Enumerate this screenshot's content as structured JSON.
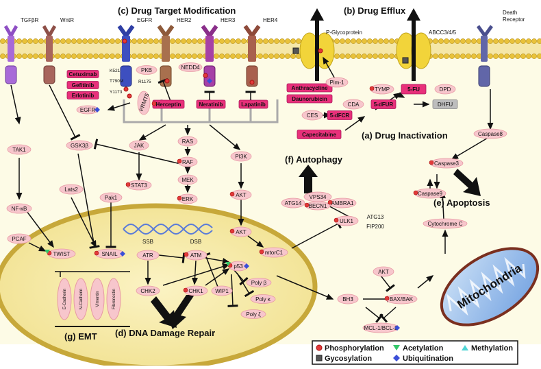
{
  "sections": {
    "target": "(c) Drug Target Modification",
    "efflux": "(b) Drug Efflux",
    "inactivation": "(a) Drug Inactivation",
    "autophagy": "(f) Autophagy",
    "apoptosis": "(e) Apoptosis",
    "dna_repair": "(d) DNA Damage Repair",
    "emt": "(g) EMT"
  },
  "receptors": {
    "tgfbr": "TGFβR",
    "wntr": "WntR",
    "egfr": "EGFR",
    "her2": "HER2",
    "her3": "HER3",
    "her4": "HER4",
    "pgp": "P-Glycoprotein",
    "abcc": "ABCC3/4/5",
    "death1": "Death",
    "death2": "Receptor"
  },
  "drugs": {
    "cetuximab": "Cetuximab",
    "gefitinib": "Gefitinib",
    "erlotinib": "Erlotinib",
    "herceptin": "Herceptin",
    "neratinib": "Neratinib",
    "lapatinib": "Lapatinib",
    "anthracycline": "Anthracycline",
    "daunorubicin": "Daunorubicin",
    "capecitabine": "Capecitabine",
    "dfcr": "5-dFCR",
    "dfur": "5-dFUR",
    "fu": "5-FU"
  },
  "mutations": {
    "k521": "K521",
    "t790m": "T790M",
    "y1173": "Y1173",
    "r1175": "R1175"
  },
  "nodes": {
    "tak1": "TAK1",
    "nfkb": "NF-κB",
    "pcaf": "PCAF",
    "gsk3b": "GSK3β",
    "lats2": "Lats2",
    "pak1": "Pak1",
    "twist": "TWIST",
    "snail": "SNAIL",
    "egfr_small": "EGFR",
    "pkb": "PKB",
    "prmt5": "PRMT5",
    "nedd4": "NEDD4",
    "jak": "JAK",
    "stat3": "STAT3",
    "ras": "RAS",
    "raf": "RAF",
    "mek": "MEK",
    "erk": "ERK",
    "pi3k": "PI3K",
    "akt1": "AKT",
    "akt2": "AKT",
    "mtorc1": "mtorC1",
    "pim1": "Pim-1",
    "tymp": "TYMP",
    "dpd": "DPD",
    "dhfu": "DHFU",
    "cda": "CDA",
    "ces": "CES",
    "atg14": "ATG14",
    "vps34": "VPS34",
    "becn1": "BECN1",
    "ambra1": "AMBRA1",
    "ulk1": "ULK1",
    "atg13": "ATG13",
    "fip200": "FIP200",
    "caspase8": "Caspase8",
    "caspase3": "Caspase3",
    "caspase9": "Caspase9",
    "cytc": "Cytochrome C",
    "mito": "Mitochondria",
    "ssb": "SSB",
    "dsb": "DSB",
    "atr": "ATR",
    "atm": "ATM",
    "chk2": "CHK2",
    "chk1": "CHK1",
    "wip1": "WIP1",
    "p53": "p53",
    "polb": "Poly β",
    "polk": "Poly κ",
    "polz": "Poly ζ",
    "bh3": "BH3",
    "akt3": "AKT",
    "baxbak": "BAX/BAK",
    "mcl1": "MCL-1/BCL-2",
    "ecad": "E-Cadherin",
    "ncad": "N-Cadherin",
    "vim": "Vimentin",
    "fib": "Fibronectin"
  },
  "legend": {
    "phos": "Phosphorylation",
    "acet": "Acetylation",
    "meth": "Methylation",
    "gyco": "Gycosylation",
    "ubiq": "Ubiquitination"
  },
  "colors": {
    "membrane": "#e8c84a",
    "nucleus": "#f0df7e",
    "nucleus_edge": "#c7a83a",
    "cytoplasm": "#fdfbe6",
    "pink": "#f7c6cc",
    "magenta": "#e8307a",
    "phos": "#e23a3a",
    "ubiq": "#3b4fd8",
    "acet": "#34c76a",
    "meth": "#4fd5d5",
    "gyco": "#555555"
  }
}
